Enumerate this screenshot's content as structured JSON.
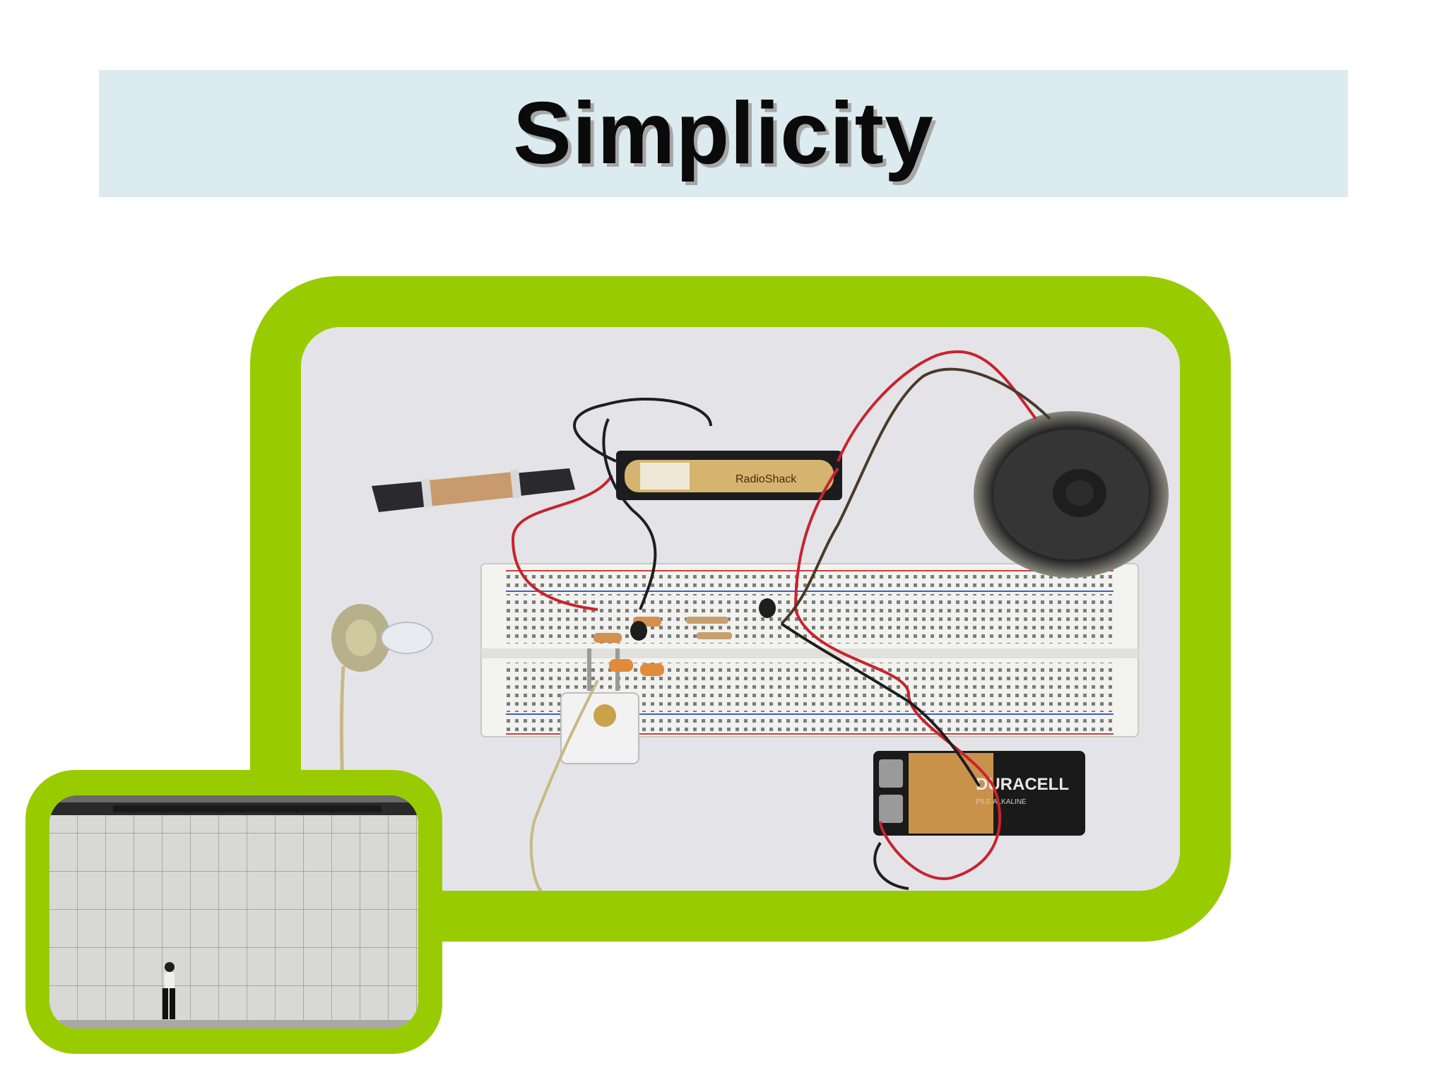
{
  "slide": {
    "title": "Simplicity"
  },
  "images": {
    "main_photo": {
      "depicts": "breadboard-radio-circuit",
      "battery_aa_brand": "RadioShack",
      "battery_9v_brand": "DURACELL",
      "battery_9v_subtext": "PILE ALKALINE"
    },
    "inset_photo": {
      "depicts": "person-walking-past-tiled-wall"
    }
  },
  "colors": {
    "frame_green": "#99cc00",
    "title_band": "#dcebef",
    "title_text": "#0a0a0a",
    "title_shadow": "#a6a6a6"
  }
}
